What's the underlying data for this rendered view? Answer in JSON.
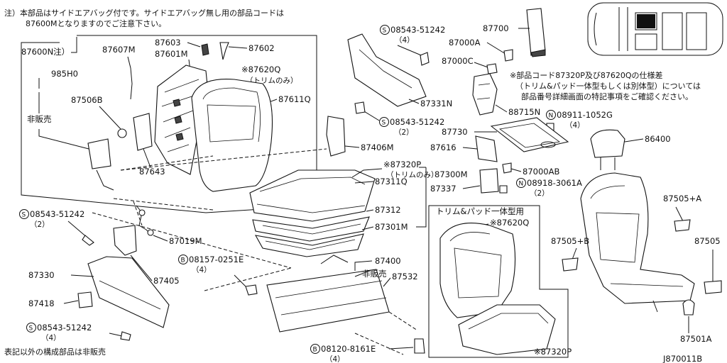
{
  "notes": {
    "top_line1": "注）本部品はサイドエアバッグ付です。サイドエアバッグ無し用の部品コードは",
    "top_line2": "87600Mとなりますのでご注意下さい。",
    "bottom": "表記以外の構成部品は非販売",
    "spec_line1": "※部品コード87320P及び87620Qの仕様差",
    "spec_line2": "（トリム&パッド一体型もしくは別体型）については",
    "spec_line3": "部品番号詳細画面の特記事項をご確認ください。",
    "integrated_box_title": "トリム&パッド一体型用",
    "not_sold_1": "非販売",
    "not_sold_2": "非販売"
  },
  "labels": {
    "p87600N": "87600N注）",
    "p87607M": "87607M",
    "p87603": "87603",
    "p87601M": "87601M",
    "p87602": "87602",
    "p985H0": "985H0",
    "p87620Q_trim": "※87620Q",
    "trim_only_1": "（トリムのみ）",
    "p87506B": "87506B",
    "p87611Q": "87611Q",
    "p87643": "87643",
    "p87019M": "87019M",
    "p87405": "87405",
    "p87330": "87330",
    "p87418": "87418",
    "p87400": "87400",
    "p87532": "87532",
    "p87700": "87700",
    "p87000A": "87000A",
    "p87000C": "87000C",
    "p87331N": "87331N",
    "p88715N": "88715N",
    "p87730": "87730",
    "p87406M": "87406M",
    "p87616": "87616",
    "p87320P_trim": "※87320P",
    "trim_only_2": "（トリムのみ）",
    "p87311Q": "87311Q",
    "p87300M": "87300M",
    "p87000AB": "87000AB",
    "p87337": "87337",
    "p87312": "87312",
    "p87301M": "87301M",
    "p86400": "86400",
    "p87505A": "87505+A",
    "p87505B": "87505+B",
    "p87505": "87505",
    "p87501A": "87501A",
    "p87620Q_int": "※87620Q",
    "p87320P_int": "※87320P",
    "s1_num": "08543-51242",
    "s1_qty": "（4）",
    "s2_num": "08543-51242",
    "s2_qty": "（2）",
    "s3_num": "08543-51242",
    "s3_qty": "（2）",
    "s4_num": "08543-51242",
    "s4_qty": "（4）",
    "n1_num": "08911-1052G",
    "n1_qty": "（4）",
    "n2_num": "08918-3061A",
    "n2_qty": "（2）",
    "b1_num": "08157-0251E",
    "b1_qty": "（4）",
    "b2_num": "08120-8161E",
    "b2_qty": "（4）",
    "ref": "J870011B"
  },
  "symbols": {
    "s": "S",
    "n": "N",
    "b": "B"
  }
}
